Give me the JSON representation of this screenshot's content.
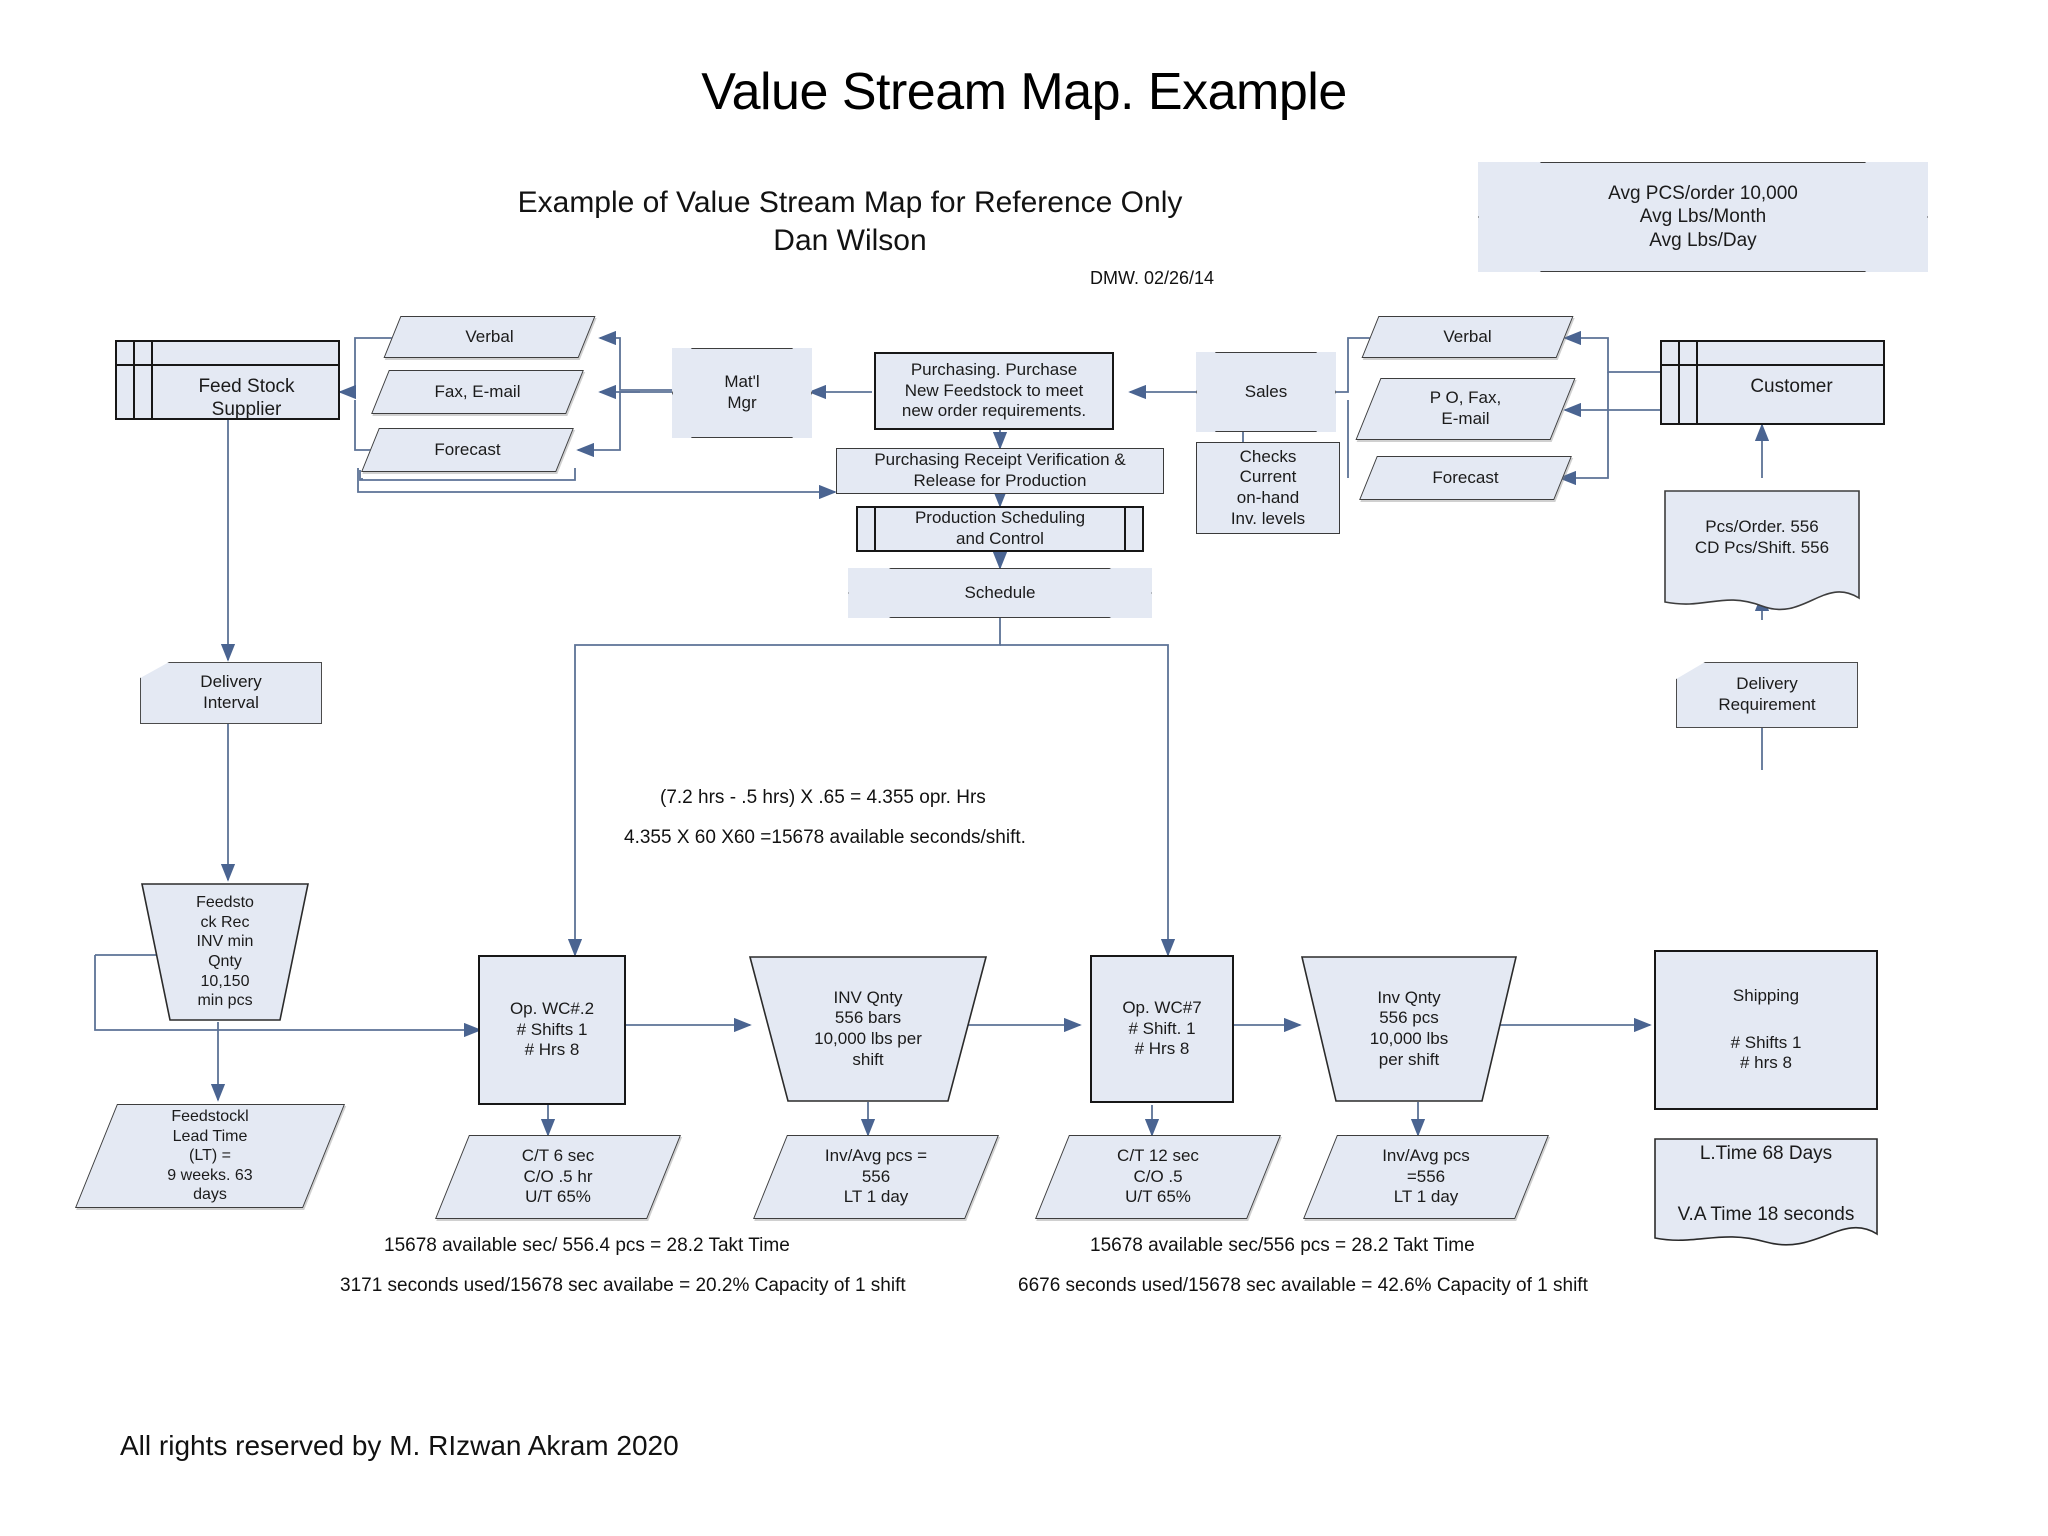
{
  "page": {
    "title": "Value Stream Map. Example",
    "subtitle_line1": "Example of Value Stream Map for Reference Only",
    "subtitle_line2": "Dan Wilson",
    "author_stamp": "DMW. 02/26/14",
    "copyright": "All rights reserved by M. RIzwan Akram 2020",
    "background_color": "#ffffff",
    "shape_fill": "#e4e9f3",
    "shape_stroke": "#3d3d3d",
    "arrow_color": "#4a6491"
  },
  "nodes": {
    "avg_pcs_banner": "Avg PCS/order 10,000\nAvg Lbs/Month\nAvg Lbs/Day",
    "feed_stock_supplier": "Feed Stock\nSupplier",
    "customer": "Customer",
    "supplier_verbal": "Verbal",
    "supplier_fax_email": "Fax, E-mail",
    "supplier_forecast": "Forecast",
    "customer_verbal": "Verbal",
    "customer_po_fax_email": "P O, Fax,\nE-mail",
    "customer_forecast": "Forecast",
    "matl_mgr": "Mat'l\nMgr",
    "sales": "Sales",
    "purchasing": "Purchasing. Purchase\nNew Feedstock to meet\nnew order requirements.",
    "checks_inventory": "Checks\nCurrent\non-hand\nInv. levels",
    "purchasing_receipt": "Purchasing Receipt Verification &\nRelease for Production",
    "production_scheduling": "Production Scheduling\nand Control",
    "schedule": "Schedule",
    "pcs_order_doc": "Pcs/Order. 556\nCD Pcs/Shift. 556",
    "delivery_interval": "Delivery\nInterval",
    "delivery_requirement": "Delivery\nRequirement",
    "feedstock_rec": "Feedsto\nck Rec\nINV min\nQnty\n10,150\nmin pcs",
    "feedstock_lead_time": "Feedstockl\nLead Time\n(LT) =\n9 weeks. 63\ndays",
    "op_wc2": "Op. WC#.2\n# Shifts 1\n# Hrs 8",
    "op_wc2_data": "C/T 6 sec\nC/O .5 hr\nU/T 65%",
    "inv_qnty_1": "INV Qnty\n556 bars\n10,000 lbs per\nshift",
    "inv_qnty_1_data": "Inv/Avg pcs =\n556\nLT 1 day",
    "op_wc7": "Op. WC#7\n# Shift. 1\n# Hrs 8",
    "op_wc7_data": "C/T 12 sec\nC/O .5\nU/T 65%",
    "inv_qnty_2": "Inv Qnty\n556 pcs\n10,000 lbs\nper shift",
    "inv_qnty_2_data": "Inv/Avg pcs\n=556\nLT 1 day",
    "shipping": "Shipping",
    "shipping_data": "# Shifts 1\n# hrs 8",
    "lead_time_summary": "L.Time 68 Days\n\nV.A Time 18 seconds"
  },
  "notes": {
    "takt_calc_line1": "(7.2 hrs - .5 hrs) X .65 = 4.355 opr. Hrs",
    "takt_calc_line2": "4.355 X 60 X60 =15678 available seconds/shift.",
    "wc2_takt": "15678 available sec/ 556.4 pcs =  28.2 Takt Time",
    "wc2_capacity": "3171 seconds used/15678 sec availabe = 20.2% Capacity of 1 shift",
    "wc7_takt": "15678 available sec/556 pcs = 28.2 Takt Time",
    "wc7_capacity": "6676 seconds used/15678 sec available = 42.6% Capacity of 1 shift"
  }
}
